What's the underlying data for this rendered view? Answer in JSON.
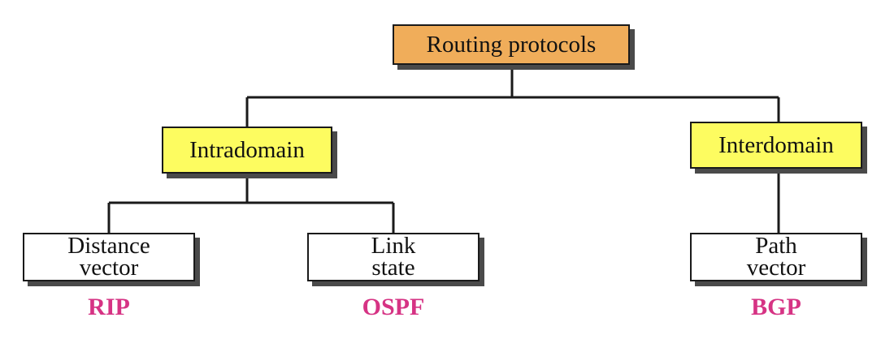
{
  "colors": {
    "root_fill": "#f0ad5a",
    "domain_fill": "#fdfc60",
    "leaf_fill": "#ffffff",
    "protocol_text": "#d63384",
    "line": "#1a1a1a"
  },
  "root": {
    "label": "Routing protocols"
  },
  "intradomain": {
    "label": "Intradomain",
    "children": [
      {
        "line1": "Distance",
        "line2": "vector",
        "protocol": "RIP"
      },
      {
        "line1": "Link",
        "line2": "state",
        "protocol": "OSPF"
      }
    ]
  },
  "interdomain": {
    "label": "Interdomain",
    "children": [
      {
        "line1": "Path",
        "line2": "vector",
        "protocol": "BGP"
      }
    ]
  }
}
